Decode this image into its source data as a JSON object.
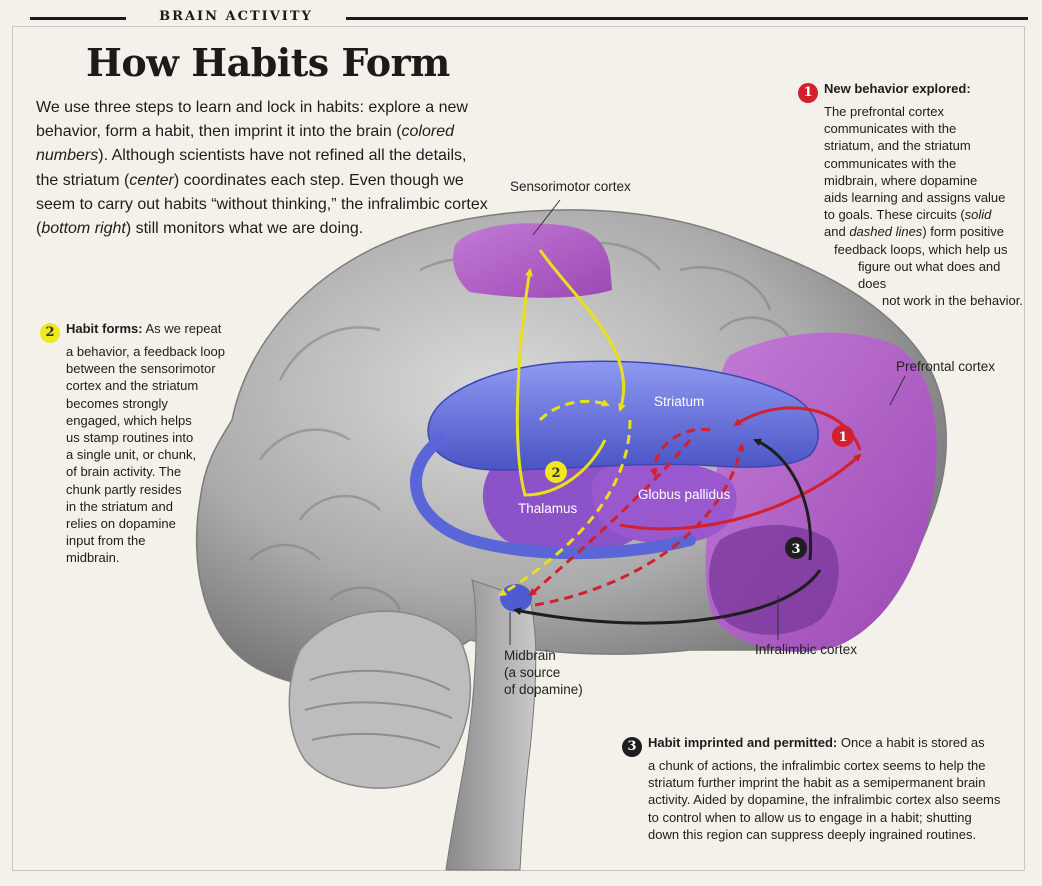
{
  "header": {
    "section_label": "BRAIN ACTIVITY"
  },
  "title": "How Habits Form",
  "intro": {
    "part1": "We use three steps to learn and lock in habits: explore a new behavior, form a habit, then imprint it into the brain (",
    "italic1": "colored numbers",
    "part2": "). Although scientists have not refined all the details, the striatum (",
    "italic2": "center",
    "part3": ") coordinates each step. Even though we seem to carry out habits “without thinking,” the infralimbic cortex (",
    "italic3": "bottom right",
    "part4": ") still monitors what we are doing."
  },
  "steps": {
    "step1": {
      "number": "1",
      "heading": "New behavior explored:",
      "line1": "The prefrontal cortex",
      "line2": "communicates with the",
      "line3": "striatum, and the striatum",
      "line4": "communicates with the",
      "line5": "midbrain, where dopamine",
      "line6": "aids learning and assigns value",
      "line7a": "to goals. These circuits (",
      "line7i": "solid",
      "line8a": "and ",
      "line8i": "dashed lines",
      "line8b": ") form positive",
      "line9": "feedback loops, which help us",
      "line10": "figure out what does and does",
      "line11": "not work in the behavior."
    },
    "step2": {
      "number": "2",
      "heading": "Habit forms:",
      "line1": "As we repeat",
      "line2": "a behavior, a feedback loop",
      "line3": "between the sensorimotor",
      "line4": "cortex and the striatum",
      "line5": "becomes strongly",
      "line6": "engaged, which helps",
      "line7": "us stamp routines into",
      "line8": "a single unit, or chunk,",
      "line9": "of brain activity. The",
      "line10": "chunk partly resides",
      "line11": "in the striatum and",
      "line12": "relies on dopamine",
      "line13": "input from the",
      "line14": "midbrain."
    },
    "step3": {
      "number": "3",
      "heading": "Habit imprinted and permitted:",
      "line1": "Once a habit is stored as",
      "line2": "a chunk of actions, the infralimbic cortex seems to help the",
      "line3": "striatum further imprint the habit as a semipermanent brain",
      "line4": "activity. Aided by dopamine, the infralimbic cortex also seems",
      "line5": "to control when to allow us to engage in a habit; shutting",
      "line6": "down this region can suppress deeply ingrained routines."
    }
  },
  "labels": {
    "sensorimotor": "Sensorimotor cortex",
    "prefrontal": "Prefrontal cortex",
    "striatum": "Striatum",
    "globus": "Globus pallidus",
    "thalamus": "Thalamus",
    "infralimbic": "Infralimbic cortex",
    "midbrain1": "Midbrain",
    "midbrain2": "(a source",
    "midbrain3": "of dopamine)"
  },
  "colors": {
    "background": "#f3f1ea",
    "brain_gray": "#9e9e9e",
    "cortex_purple": "#b468c8",
    "striatum_blue": "#4f5cd1",
    "step1_red": "#d3202d",
    "step2_yellow": "#f0e71d",
    "step3_black": "#1e1e1e"
  }
}
